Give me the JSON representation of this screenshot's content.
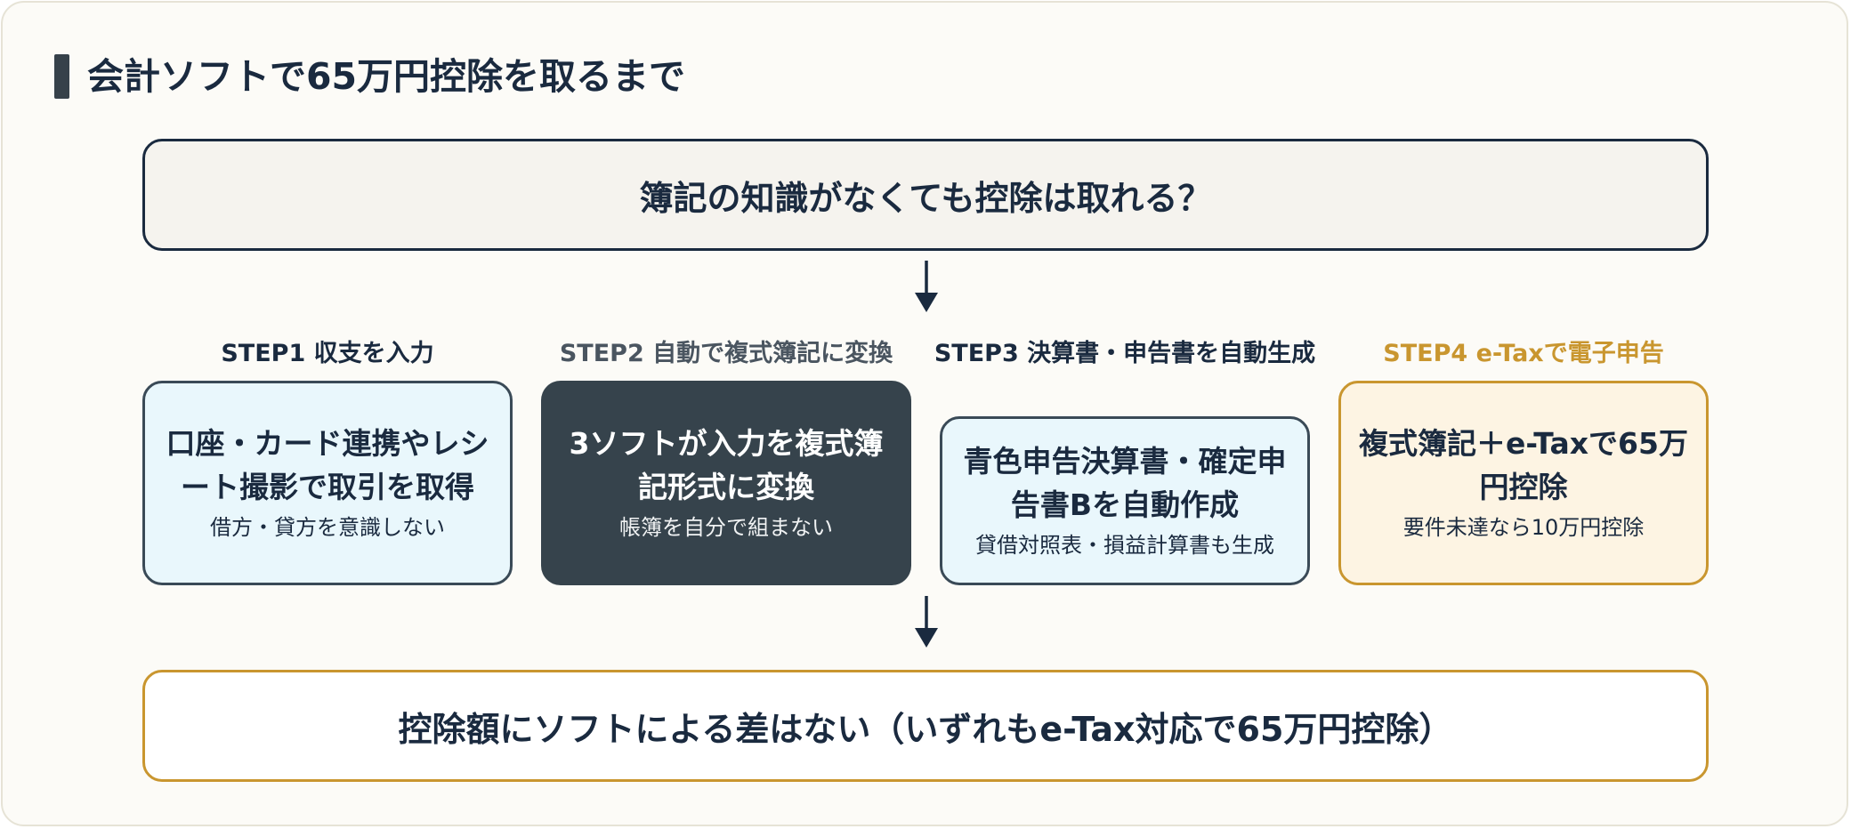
{
  "title": "会計ソフトで65万円控除を取るまで",
  "question": "簿記の知識がなくても控除は取れる？",
  "steps": [
    {
      "label": "STEP1 収支を入力",
      "main": "口座・カード連携やレシート撮影で取引を取得",
      "sub": "借方・貸方を意識しない"
    },
    {
      "label": "STEP2 自動で複式簿記に変換",
      "main": "3ソフトが入力を複式簿記形式に変換",
      "sub": "帳簿を自分で組まない"
    },
    {
      "label": "STEP3 決算書・申告書を自動生成",
      "main": "青色申告決算書・確定申告書Bを自動作成",
      "sub": "貸借対照表・損益計算書も生成"
    },
    {
      "label": "STEP4 e-Taxで電子申告",
      "main": "複式簿記＋e-Taxで65万円控除",
      "sub": "要件未達なら10万円控除"
    }
  ],
  "result": "控除額にソフトによる差はない（いずれもe-Tax対応で65万円控除）",
  "colors": {
    "navy": "#1a2a3f",
    "dark_slate": "#36434c",
    "light_blue": "#e9f7fc",
    "gold": "#c9962f",
    "cream": "#fdf4e3"
  }
}
